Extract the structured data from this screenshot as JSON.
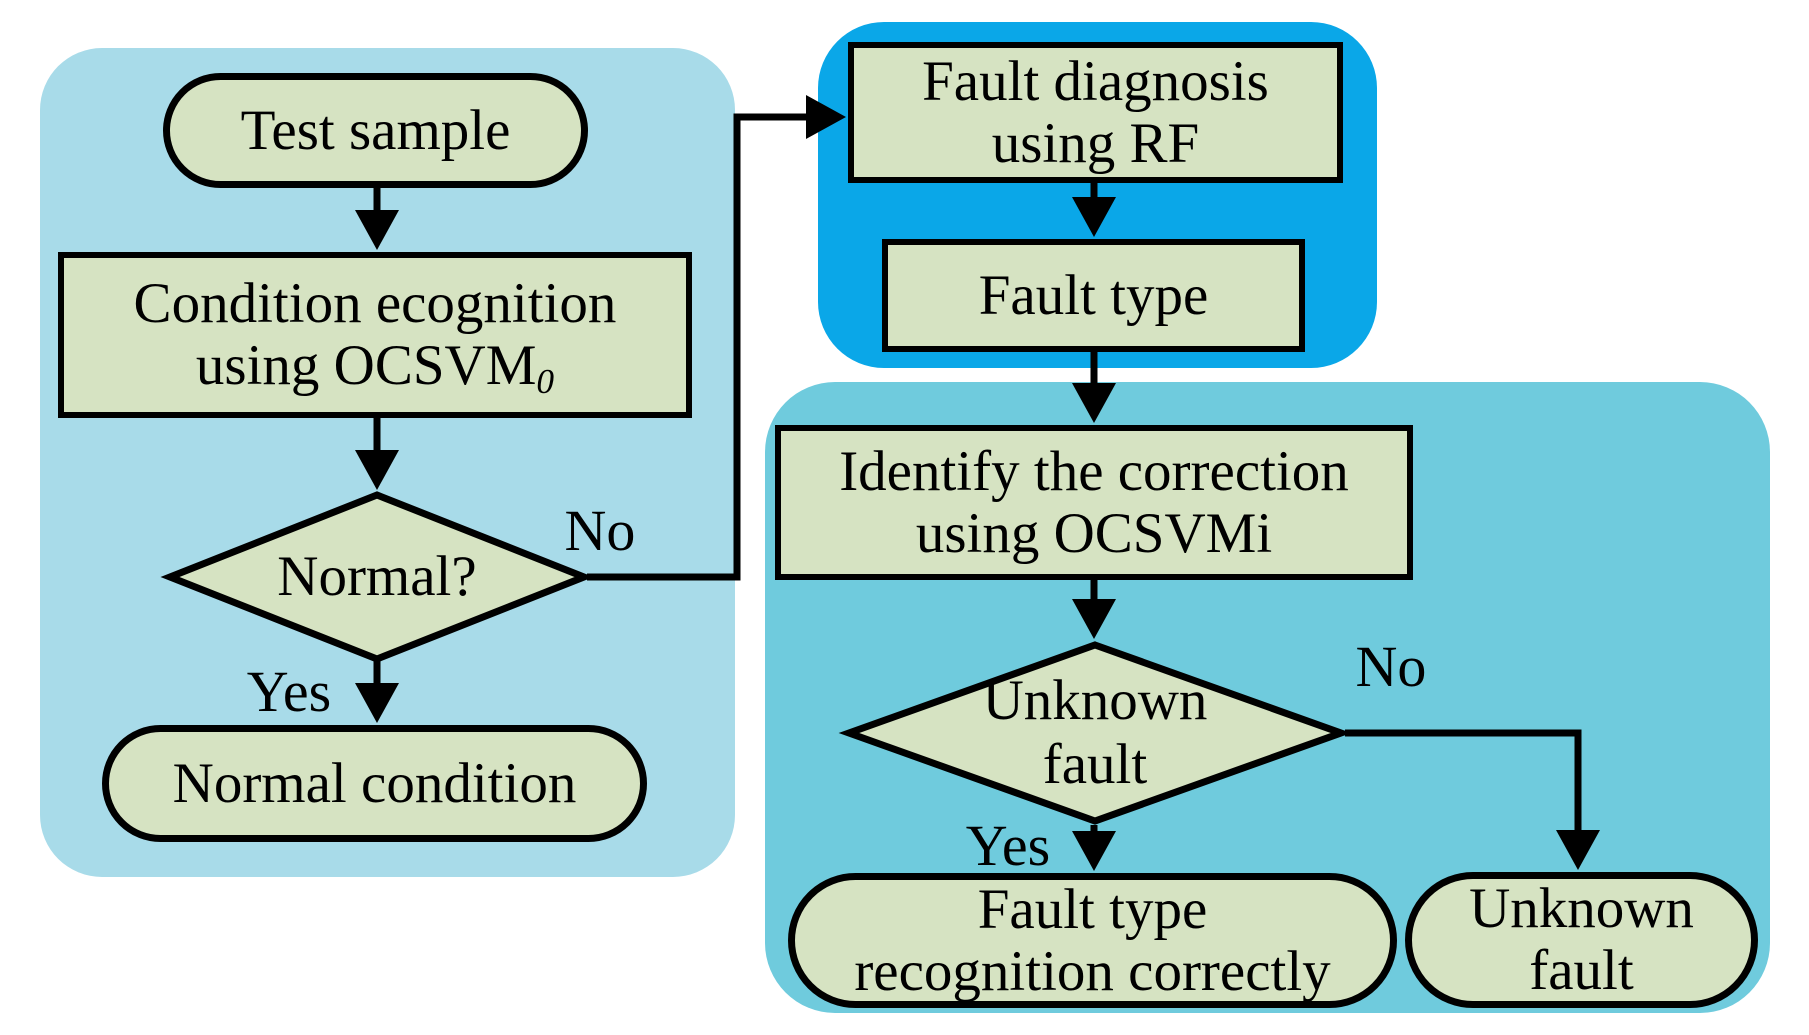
{
  "title": "OCSVM-RF fault diagnosis flowchart",
  "colors": {
    "panel-left": "#a8dbe9",
    "panel-top-right": "#0aa7e8",
    "panel-bottom-right": "#6fcbdd",
    "node-fill": "#d6e3c2",
    "node-border": "#000000",
    "text": "#000000",
    "background": "#ffffff"
  },
  "nodes": {
    "test_sample": {
      "label": "Test sample"
    },
    "condition_recognition": {
      "line1": "Condition ecognition",
      "line2_main": "using OCSVM",
      "line2_sub": "0"
    },
    "normal_decision": {
      "label": "Normal?"
    },
    "normal_condition": {
      "label": "Normal condition"
    },
    "fault_diagnosis": {
      "line1": "Fault diagnosis",
      "line2": "using RF"
    },
    "fault_type": {
      "label": "Fault type"
    },
    "identify_correction": {
      "line1": "Identify the correction",
      "line2": "using OCSVMi"
    },
    "unknown_fault_decision": {
      "line1": "Unknown",
      "line2": "fault"
    },
    "fault_type_recognition": {
      "line1": "Fault type",
      "line2": "recognition correctly"
    },
    "unknown_fault_result": {
      "line1": "Unknown",
      "line2": "fault"
    }
  },
  "edge_labels": {
    "normal_no": "No",
    "normal_yes": "Yes",
    "unknown_no": "No",
    "unknown_yes": "Yes"
  }
}
